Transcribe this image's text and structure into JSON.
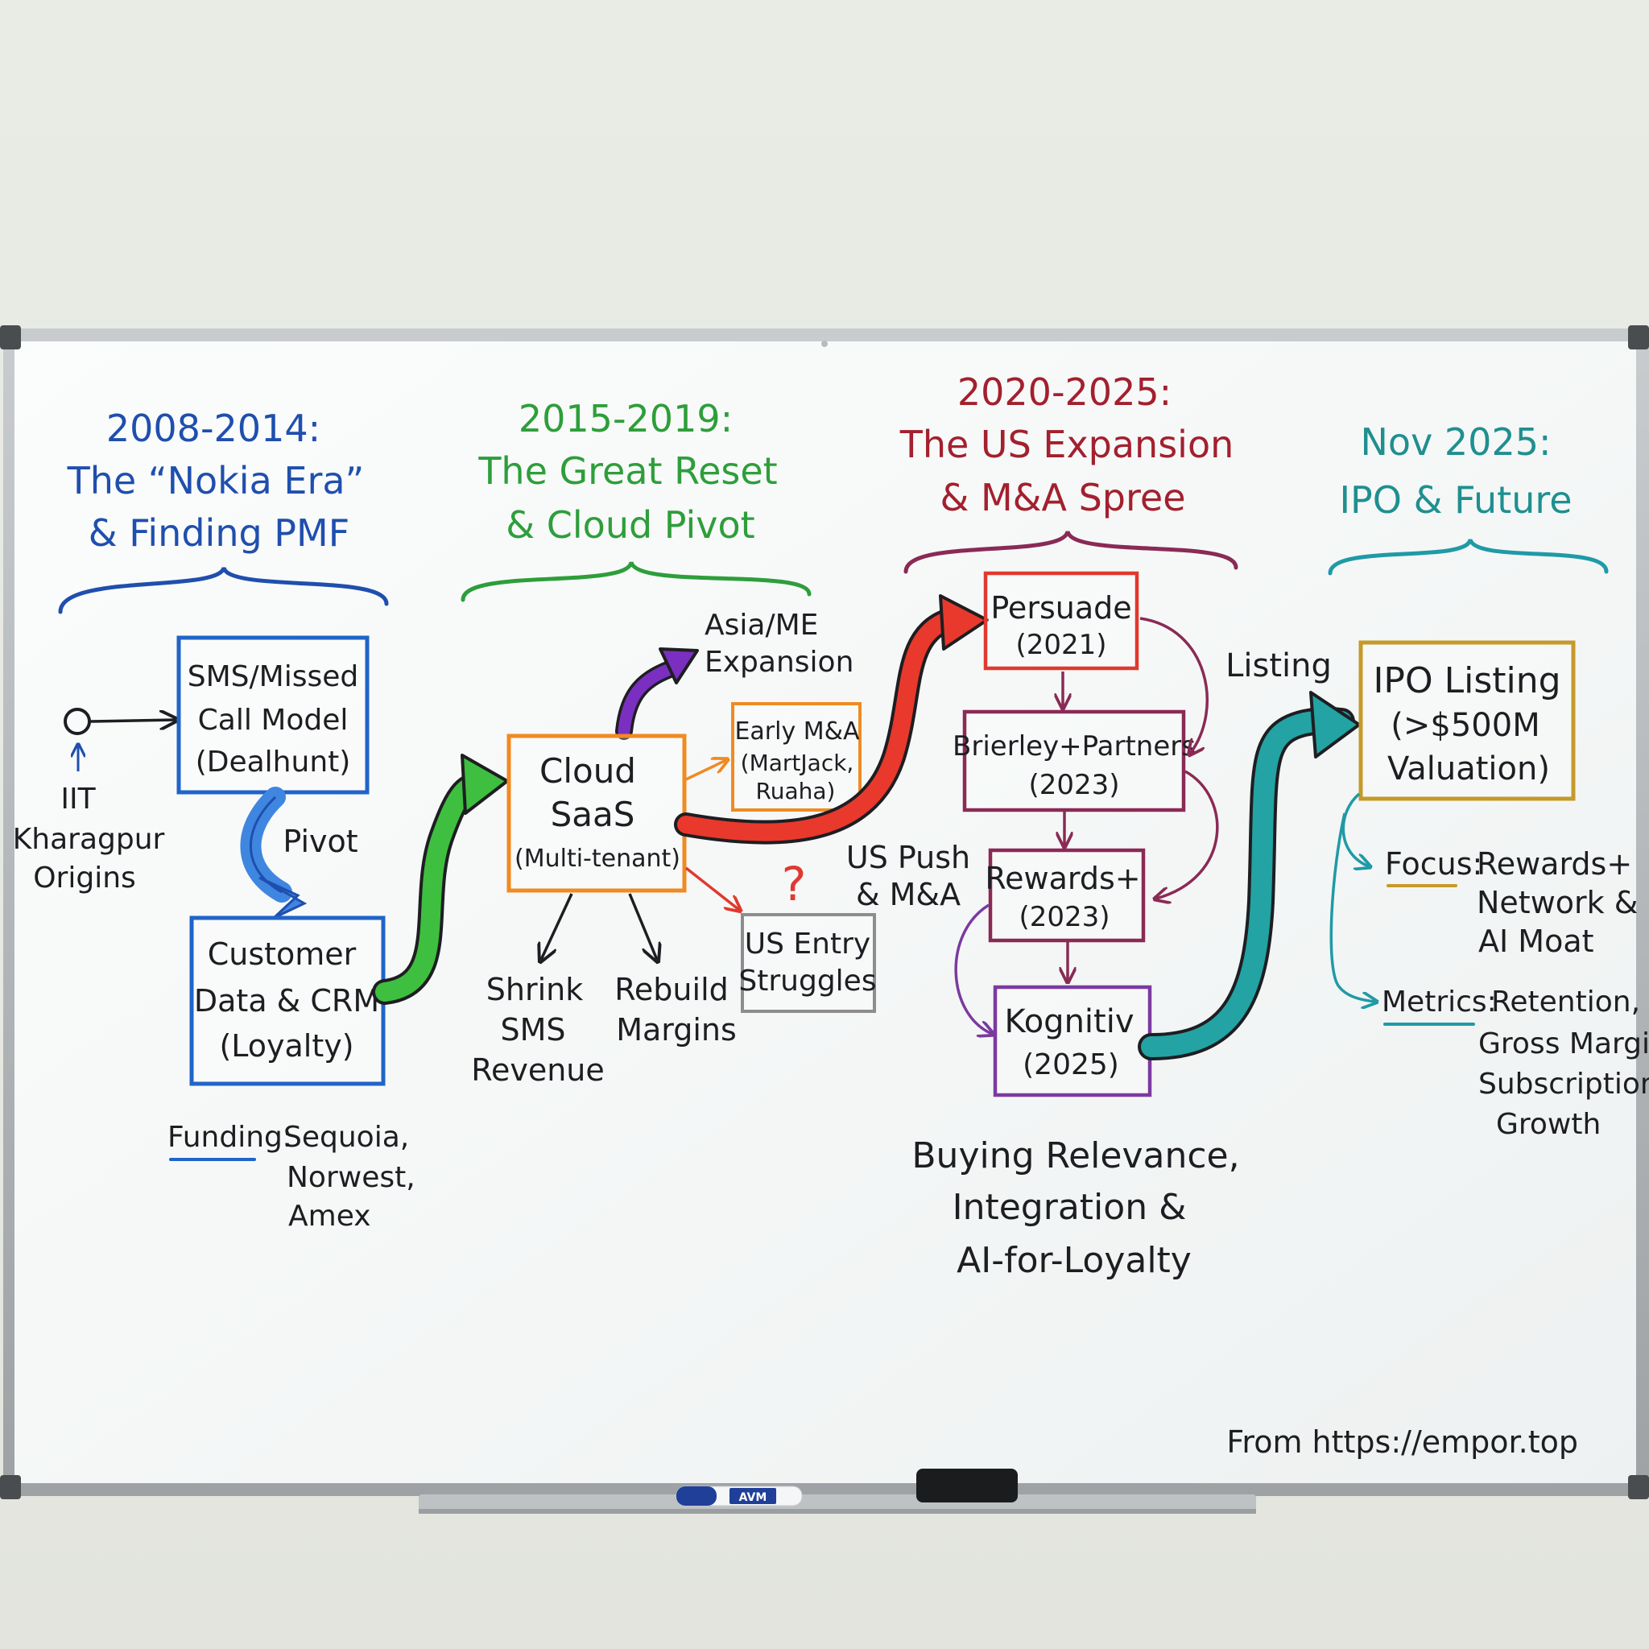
{
  "colors": {
    "blue": "#1f4fae",
    "green": "#2e9e3a",
    "red": "#a3202e",
    "orange": "#f08a22",
    "purple": "#7b3aa0",
    "maroon": "#8a2a55",
    "teal": "#1f8f8f",
    "gold": "#c59a2a",
    "ink": "#1e1e22",
    "gray": "#8d8d8d"
  },
  "eras": [
    {
      "l1": "2008-2014:",
      "l2": "The “Nokia Era”",
      "l3": "& Finding PMF"
    },
    {
      "l1": "2015-2019:",
      "l2": "The Great Reset",
      "l3": "& Cloud Pivot"
    },
    {
      "l1": "2020-2025:",
      "l2": "The US Expansion",
      "l3": "& M&A Spree"
    },
    {
      "l1": "Nov 2025:",
      "l2": "IPO & Future"
    }
  ],
  "origin": {
    "l1": "IIT",
    "l2": "Kharagpur",
    "l3": "Origins"
  },
  "boxes": {
    "sms": {
      "l1": "SMS/Missed",
      "l2": "Call Model",
      "l3": "(Dealhunt)"
    },
    "crm": {
      "l1": "Customer",
      "l2": "Data & CRM",
      "l3": "(Loyalty)"
    },
    "cloud": {
      "l1": "Cloud",
      "l2": "SaaS",
      "l3": "(Multi-tenant)"
    },
    "early_ma": {
      "l1": "Early M&A",
      "l2": "(MartJack,",
      "l3": "Ruaha)"
    },
    "us_entry": {
      "l1": "US Entry",
      "l2": "Struggles"
    },
    "persuade": {
      "l1": "Persuade",
      "l2": "(2021)"
    },
    "brierley": {
      "l1": "Brierley+Partners",
      "l2": "(2023)"
    },
    "rewards": {
      "l1": "Rewards+",
      "l2": "(2023)"
    },
    "kognitiv": {
      "l1": "Kognitiv",
      "l2": "(2025)"
    },
    "ipo": {
      "l1": "IPO Listing",
      "l2": "(>$500M",
      "l3": "Valuation)"
    }
  },
  "labels": {
    "pivot": "Pivot",
    "funding_key": "Funding:",
    "funding_l1": "Sequoia,",
    "funding_l2": "Norwest,",
    "funding_l3": "Amex",
    "asia_l1": "Asia/ME",
    "asia_l2": "Expansion",
    "shrink_l1": "Shrink",
    "shrink_l2": "SMS",
    "shrink_l3": "Revenue",
    "rebuild_l1": "Rebuild",
    "rebuild_l2": "Margins",
    "question": "?",
    "us_push_l1": "US Push",
    "us_push_l2": "& M&A",
    "listing": "Listing",
    "buying_l1": "Buying Relevance,",
    "buying_l2": "Integration &",
    "buying_l3": "AI-for-Loyalty",
    "focus_key": "Focus:",
    "focus_l1": "Rewards+",
    "focus_l2": "Network &",
    "focus_l3": "AI Moat",
    "metrics_key": "Metrics:",
    "metrics_l1": "Retention,",
    "metrics_l2": "Gross Margin,",
    "metrics_l3": "Subscription",
    "metrics_l4": "Growth",
    "source": "From https://empor.top"
  },
  "marker_brand": "AVM"
}
